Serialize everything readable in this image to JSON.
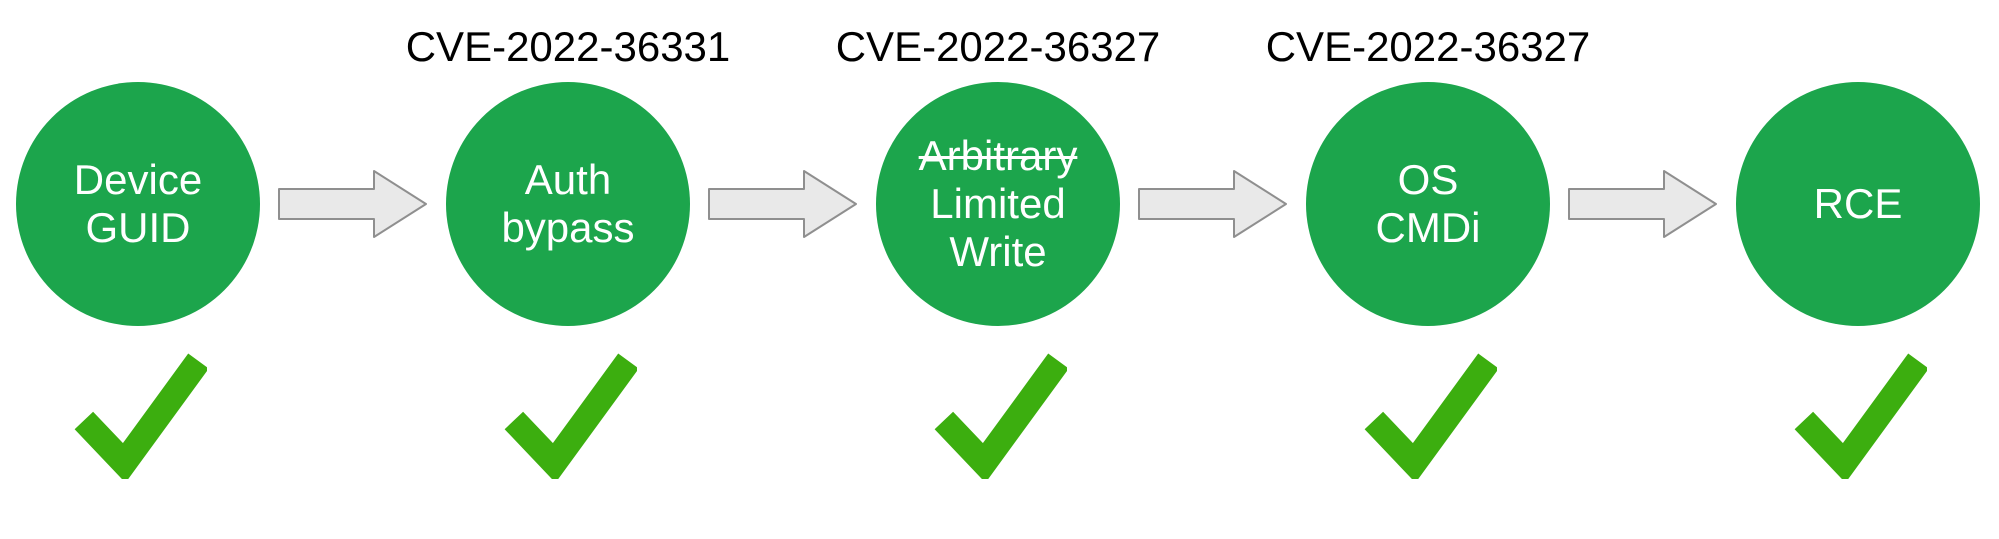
{
  "diagram": {
    "name": "exploit-chain",
    "nodes": [
      {
        "id": "device-guid",
        "lines": [
          {
            "text": "Device"
          },
          {
            "text": "GUID"
          }
        ],
        "status_icon": "checkmark-icon"
      },
      {
        "id": "auth-bypass",
        "cve": "CVE-2022-36331",
        "lines": [
          {
            "text": "Auth"
          },
          {
            "text": "bypass"
          }
        ],
        "status_icon": "checkmark-icon"
      },
      {
        "id": "arbitrary-limited-write",
        "cve": "CVE-2022-36327",
        "lines": [
          {
            "text": "Arbitrary",
            "strikethrough": true
          },
          {
            "text": "Limited"
          },
          {
            "text": "Write"
          }
        ],
        "status_icon": "checkmark-icon"
      },
      {
        "id": "os-cmdi",
        "cve": "CVE-2022-36327",
        "lines": [
          {
            "text": "OS"
          },
          {
            "text": "CMDi"
          }
        ],
        "status_icon": "checkmark-icon"
      },
      {
        "id": "rce",
        "lines": [
          {
            "text": "RCE"
          }
        ],
        "status_icon": "checkmark-icon"
      }
    ],
    "connector_icon": "arrow-right-icon",
    "colors": {
      "node_fill": "#1CA54C",
      "node_text": "#FFFFFF",
      "cve_text": "#000000",
      "arrow_fill": "#E9E9E9",
      "arrow_border": "#8F8F8F",
      "check_green": "#3CAE0F",
      "background": "#FFFFFF"
    }
  }
}
